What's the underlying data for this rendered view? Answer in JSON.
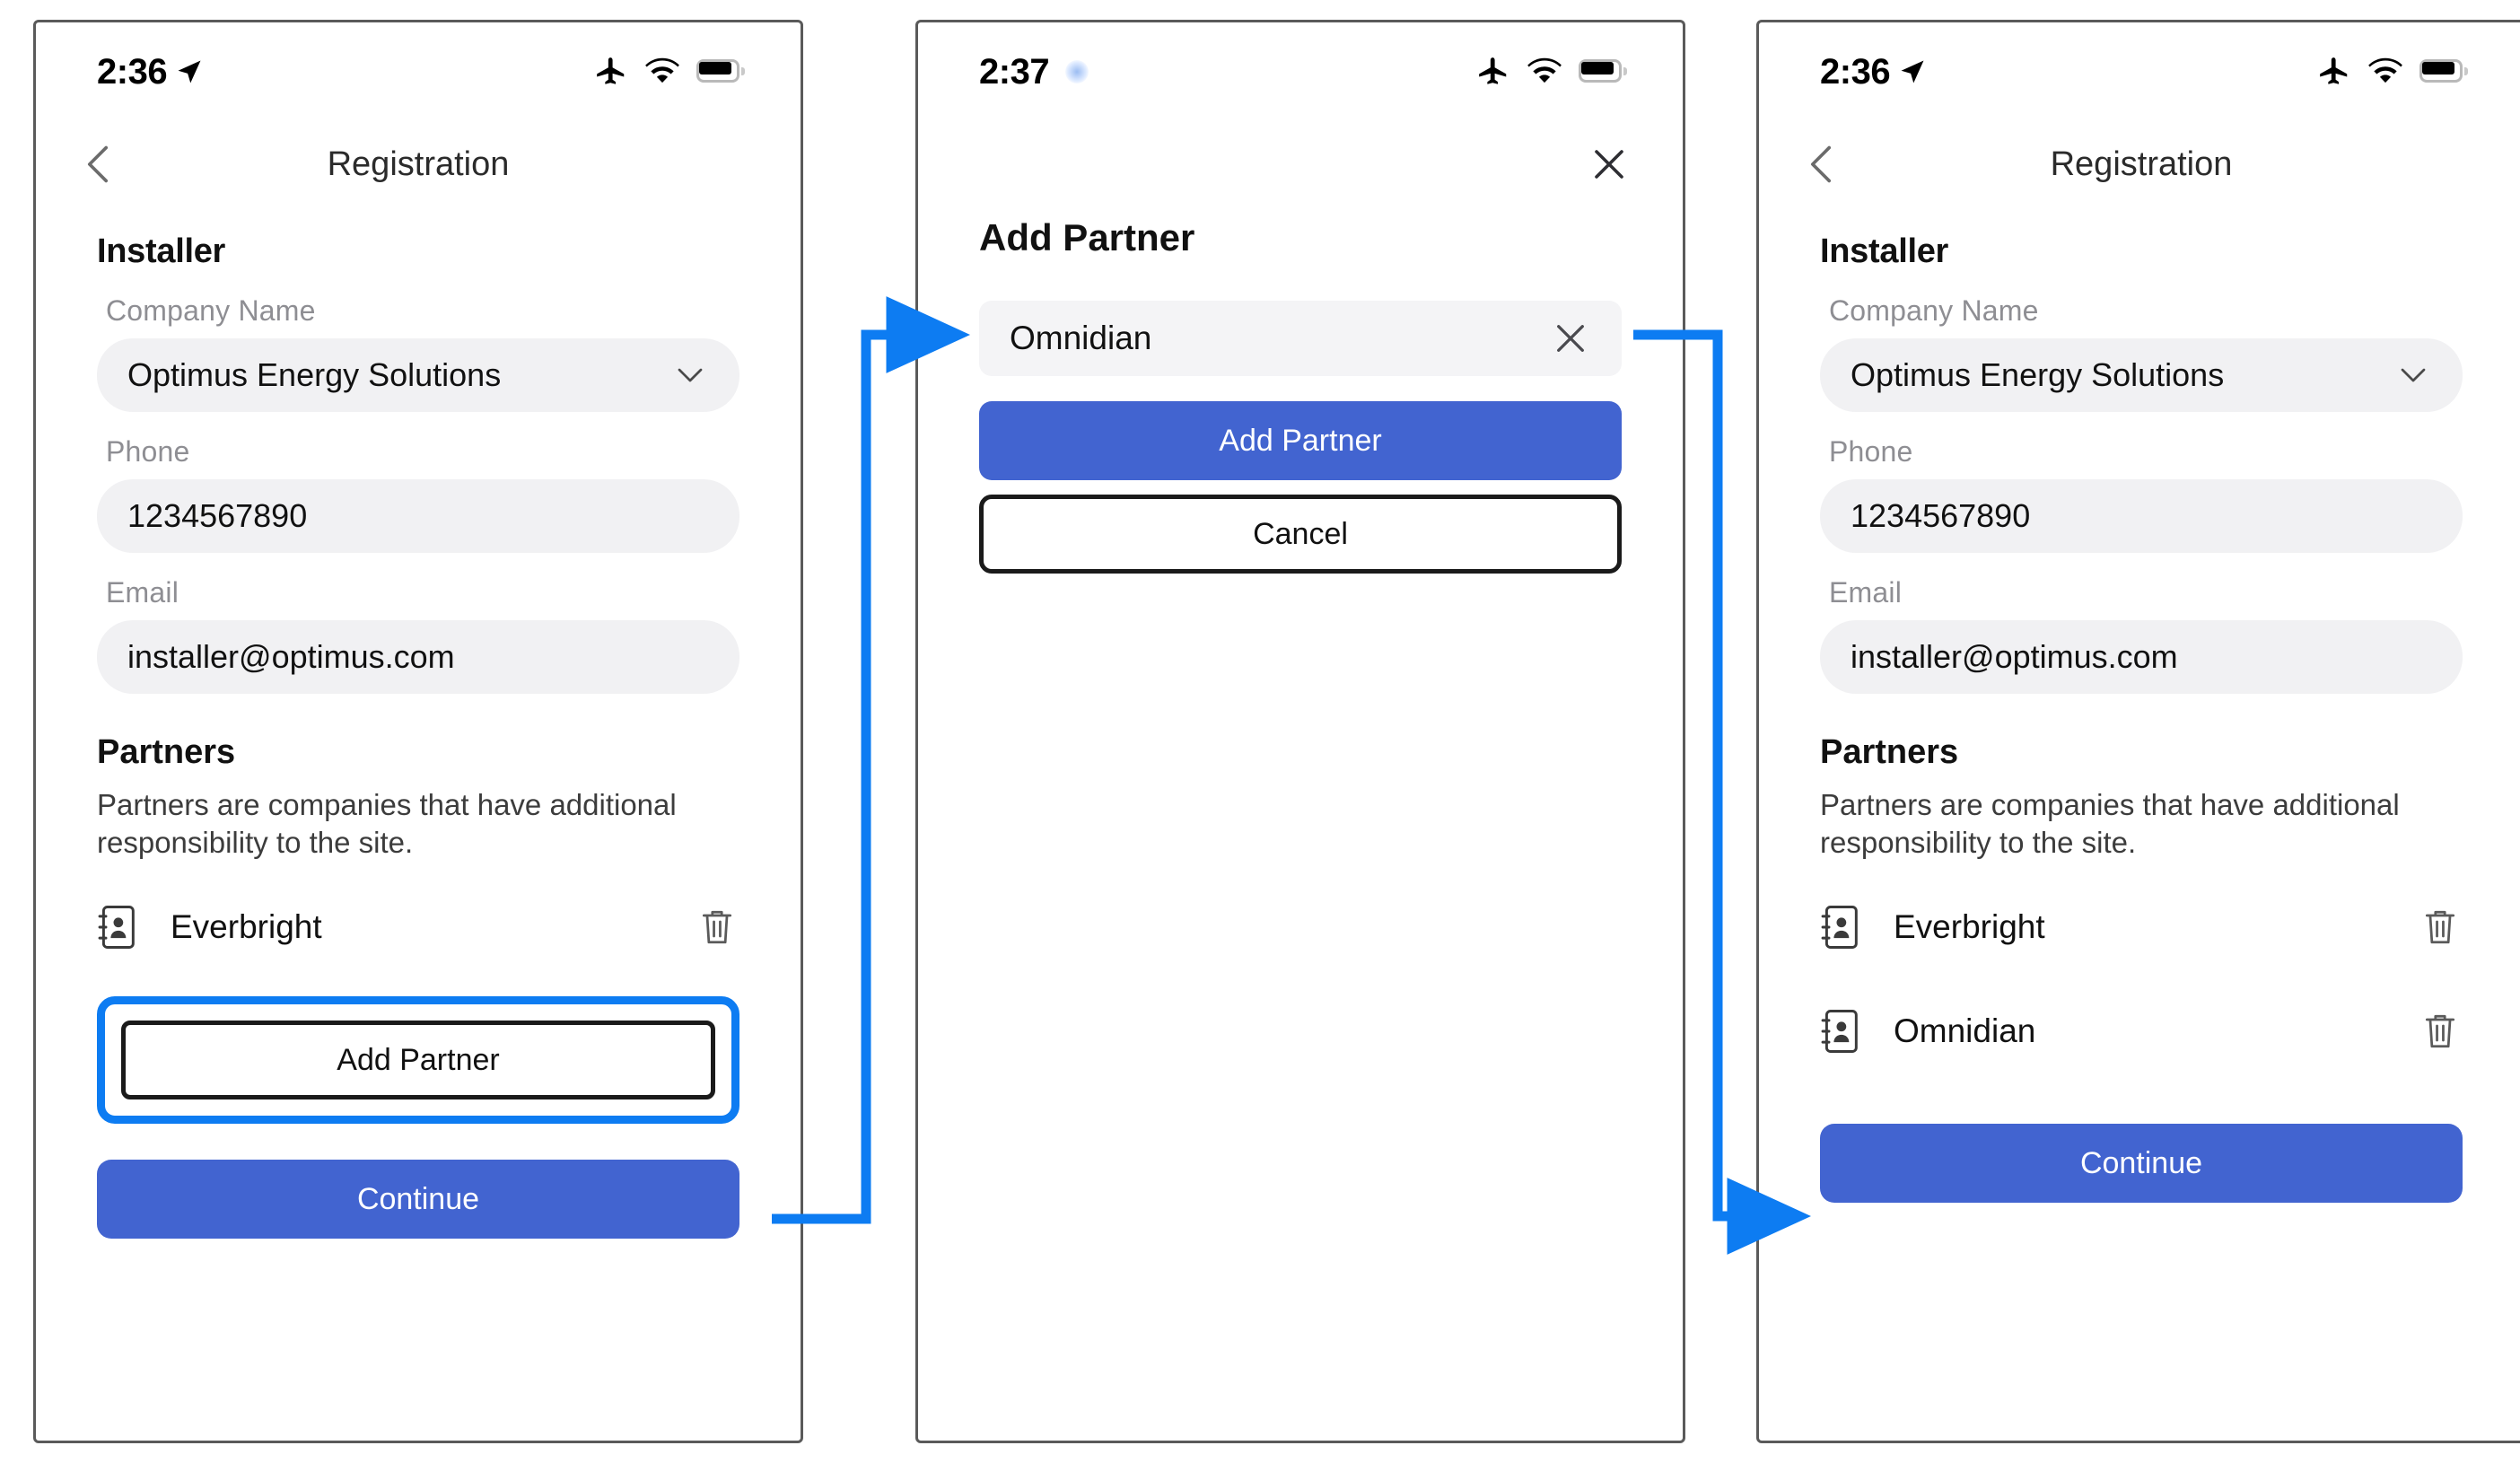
{
  "accent": {
    "annotation_blue": "#0d7cf2",
    "primary_button": "#4264d0",
    "field_bg": "#f1f1f3",
    "label_gray": "#8e8e93"
  },
  "panels": [
    {
      "id": "panel-registration-before",
      "statusbar": {
        "time": "2:36",
        "icons": [
          "location-arrow-icon",
          "airplane-mode-icon",
          "wifi-icon",
          "battery-icon"
        ]
      },
      "nav": {
        "back": "chevron-left-icon",
        "title": "Registration"
      },
      "section_title": "Installer",
      "fields": [
        {
          "label": "Company Name",
          "value": "Optimus Energy Solutions",
          "type": "select",
          "chevron": "chevron-down-icon"
        },
        {
          "label": "Phone",
          "value": "1234567890",
          "type": "text"
        },
        {
          "label": "Email",
          "value": "installer@optimus.com",
          "type": "text"
        }
      ],
      "partners": {
        "title": "Partners",
        "description": "Partners are companies that have additional responsibility to the site.",
        "items": [
          {
            "name": "Everbright",
            "icon": "contact-card-icon",
            "delete_icon": "trash-icon"
          }
        ]
      },
      "add_partner_label": "Add Partner",
      "continue_label": "Continue",
      "highlighted": "add-partner-button"
    },
    {
      "id": "panel-add-partner-modal",
      "statusbar": {
        "time": "2:37",
        "icons": [
          "blue-dot-indicator",
          "airplane-mode-icon",
          "wifi-icon",
          "battery-icon"
        ]
      },
      "nav": {
        "close": "close-icon"
      },
      "modal_title": "Add Partner",
      "search": {
        "value": "Omnidian",
        "clear_icon": "close-icon"
      },
      "primary_label": "Add Partner",
      "cancel_label": "Cancel"
    },
    {
      "id": "panel-registration-after",
      "statusbar": {
        "time": "2:36",
        "icons": [
          "location-arrow-icon",
          "airplane-mode-icon",
          "wifi-icon",
          "battery-icon"
        ]
      },
      "nav": {
        "back": "chevron-left-icon",
        "title": "Registration"
      },
      "section_title": "Installer",
      "fields": [
        {
          "label": "Company Name",
          "value": "Optimus Energy Solutions",
          "type": "select",
          "chevron": "chevron-down-icon"
        },
        {
          "label": "Phone",
          "value": "1234567890",
          "type": "text"
        },
        {
          "label": "Email",
          "value": "installer@optimus.com",
          "type": "text"
        }
      ],
      "partners": {
        "title": "Partners",
        "description": "Partners are companies that have additional responsibility to the site.",
        "items": [
          {
            "name": "Everbright",
            "icon": "contact-card-icon",
            "delete_icon": "trash-icon"
          },
          {
            "name": "Omnidian",
            "icon": "contact-card-icon",
            "delete_icon": "trash-icon"
          }
        ]
      },
      "continue_label": "Continue"
    }
  ],
  "annotations": {
    "arrow1": {
      "from": "add-partner-button",
      "to": "partner-search-input"
    },
    "arrow2": {
      "from": "partner-search-input",
      "to": "partner-row-omnidian"
    }
  }
}
